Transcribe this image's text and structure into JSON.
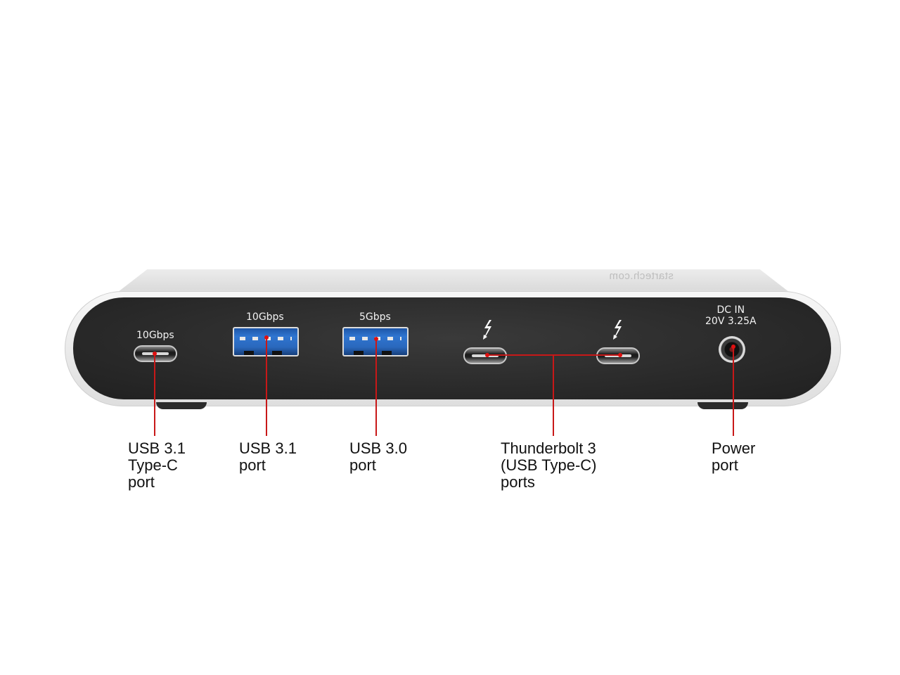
{
  "device": {
    "brand_mark": "startech.com",
    "port_labels": {
      "usbc_speed": "10Gbps",
      "usba31_speed": "10Gbps",
      "usba30_speed": "5Gbps",
      "dc_line1": "DC IN",
      "dc_line2": "20V 3.25A"
    },
    "icons": [
      "thunderbolt-icon",
      "thunderbolt-icon"
    ]
  },
  "callouts": [
    {
      "id": "usbc",
      "text": "USB 3.1\nType-C\nport"
    },
    {
      "id": "usba31",
      "text": "USB 3.1\nport"
    },
    {
      "id": "usba30",
      "text": "USB 3.0\nport"
    },
    {
      "id": "tb3",
      "text": "Thunderbolt 3\n(USB Type-C)\nports"
    },
    {
      "id": "power",
      "text": "Power\nport"
    }
  ],
  "colors": {
    "callout_line": "#c81818",
    "usb3_blue": "#2f75d0",
    "face": "#2a2a2a",
    "shell": "#e9e9e9"
  }
}
